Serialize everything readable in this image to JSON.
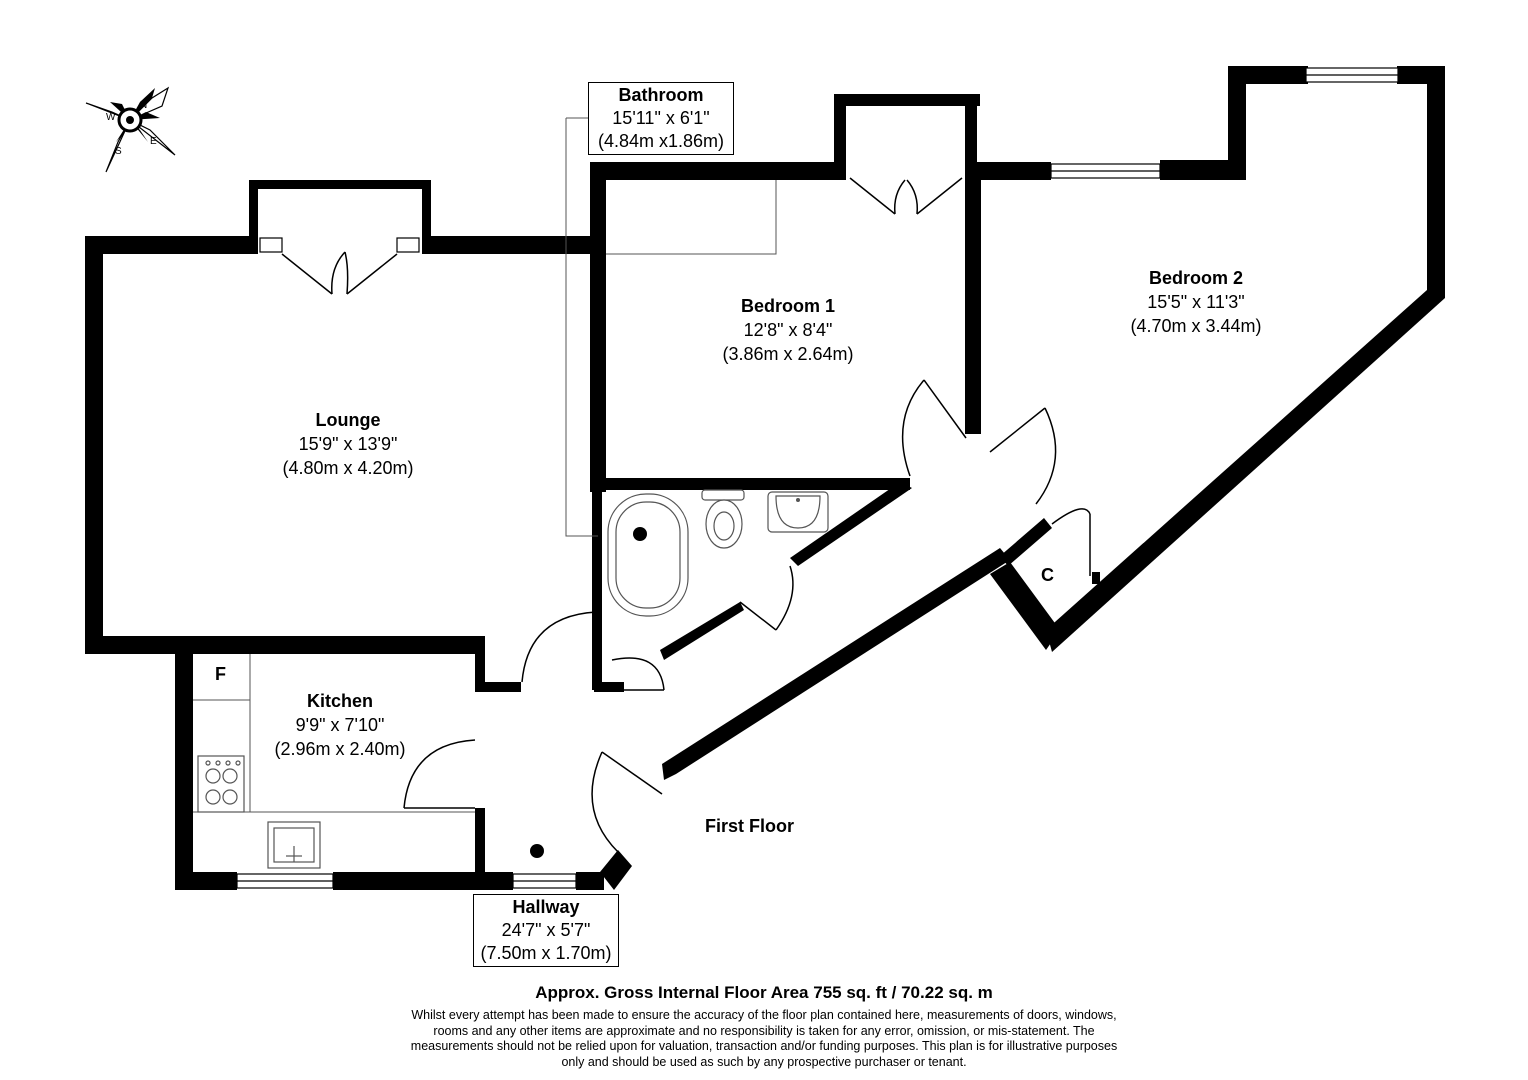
{
  "rooms": {
    "lounge": {
      "name": "Lounge",
      "imperial": "15'9\" x 13'9\"",
      "metric": "(4.80m x 4.20m)"
    },
    "kitchen": {
      "name": "Kitchen",
      "imperial": "9'9\" x 7'10\"",
      "metric": "(2.96m x 2.40m)"
    },
    "bedroom1": {
      "name": "Bedroom 1",
      "imperial": "12'8\" x 8'4\"",
      "metric": "(3.86m x 2.64m)"
    },
    "bedroom2": {
      "name": "Bedroom 2",
      "imperial": "15'5\" x 11'3\"",
      "metric": "(4.70m x 3.44m)"
    },
    "bathroom": {
      "name": "Bathroom",
      "imperial": "15'11\" x 6'1\"",
      "metric": "(4.84m x1.86m)"
    },
    "hallway": {
      "name": "Hallway",
      "imperial": "24'7\" x 5'7\"",
      "metric": "(7.50m x 1.70m)"
    }
  },
  "markers": {
    "fridge": "F",
    "cupboard": "C"
  },
  "floor_name": "First Floor",
  "area_title": "Approx. Gross Internal Floor Area 755 sq. ft / 70.22 sq. m",
  "disclaimer": [
    "Whilst every attempt has been made to ensure the accuracy of the floor plan contained here, measurements of doors, windows,",
    "rooms and any other items are approximate and no responsibility is taken for any error, omission, or mis-statement. The",
    "measurements should not be relied upon for valuation, transaction and/or funding purposes. This plan is for illustrative purposes",
    "only and should be used as such by any prospective purchaser or tenant."
  ],
  "compass": {
    "letters": [
      "N",
      "E",
      "S",
      "W"
    ]
  },
  "colors": {
    "wall": "#000000",
    "background": "#ffffff",
    "fixture": "#555555"
  }
}
